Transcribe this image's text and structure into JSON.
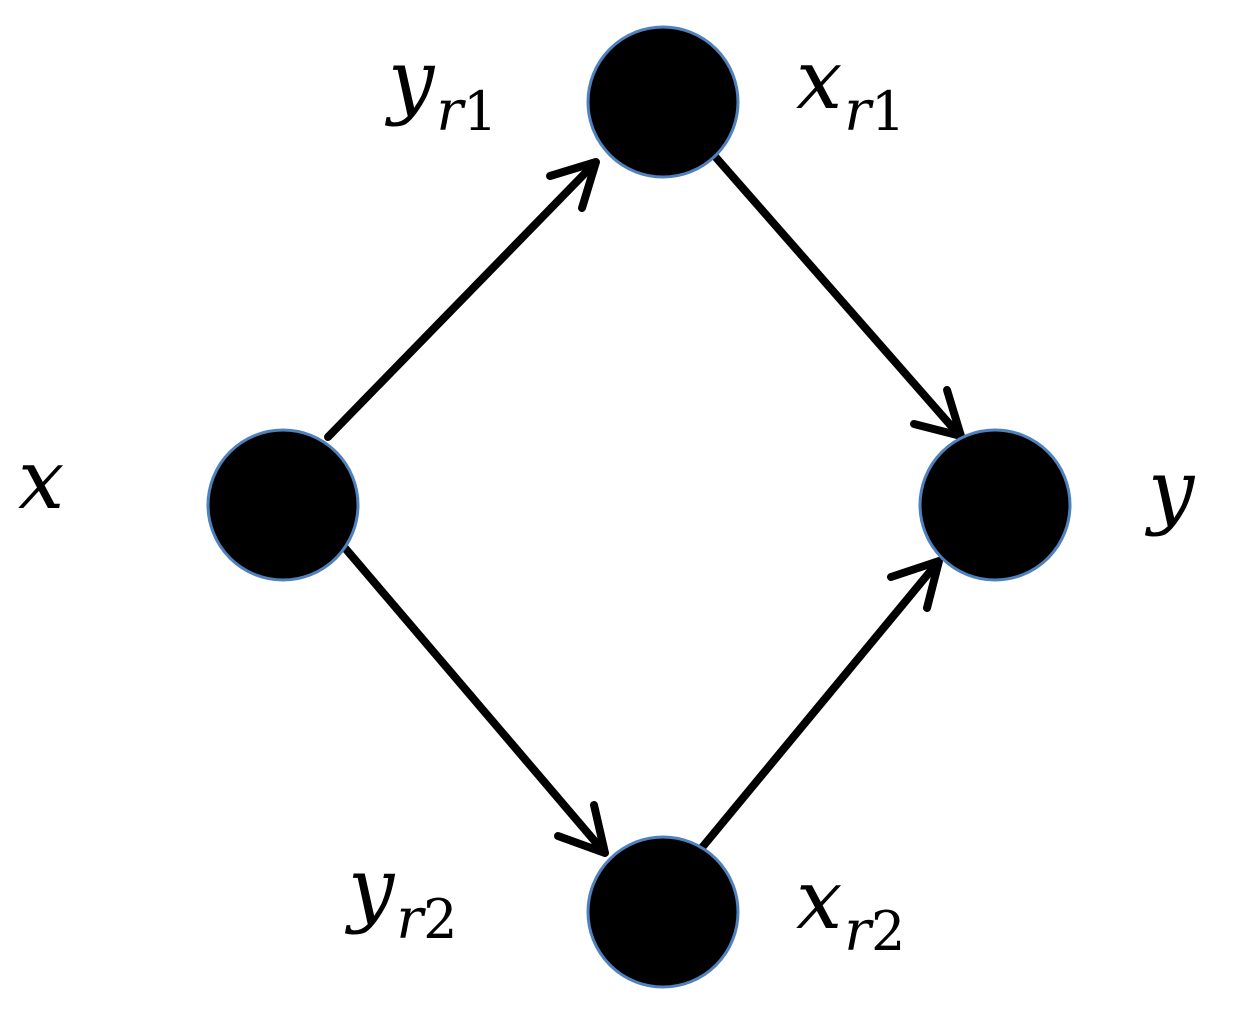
{
  "diagram": {
    "colors": {
      "node_fill": "#000000",
      "node_stroke": "#4f81bd",
      "edge": "#000000",
      "background": "#ffffff"
    },
    "nodes": [
      {
        "id": "x",
        "label": "x"
      },
      {
        "id": "top",
        "label_left": {
          "base": "y",
          "sub": "r",
          "sub_index": "1"
        },
        "label_right": {
          "base": "x",
          "sub": "r",
          "sub_index": "1"
        }
      },
      {
        "id": "bottom",
        "label_left": {
          "base": "y",
          "sub": "r",
          "sub_index": "2"
        },
        "label_right": {
          "base": "x",
          "sub": "r",
          "sub_index": "2"
        }
      },
      {
        "id": "y",
        "label": "y"
      }
    ],
    "edges": [
      {
        "from": "x",
        "to": "top",
        "directed": true
      },
      {
        "from": "top",
        "to": "y",
        "directed": true
      },
      {
        "from": "x",
        "to": "bottom",
        "directed": true
      },
      {
        "from": "bottom",
        "to": "y",
        "directed": true
      }
    ]
  }
}
